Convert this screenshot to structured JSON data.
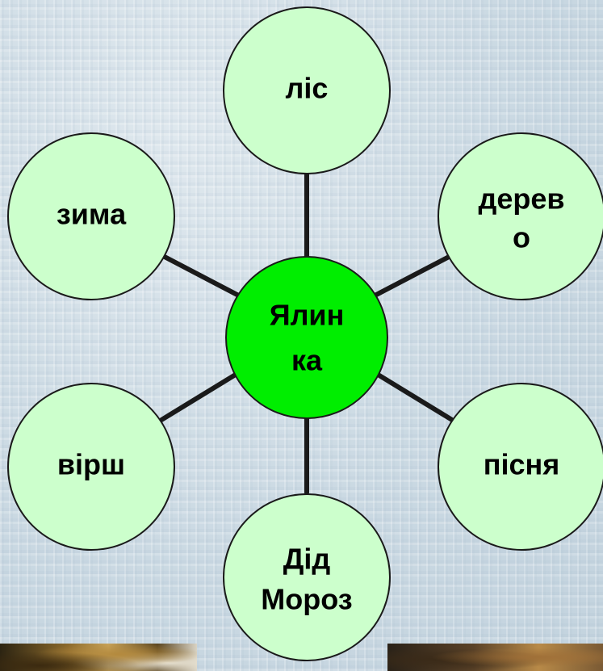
{
  "diagram": {
    "center": {
      "line1": "Ялин",
      "line2": "ка"
    },
    "nodes": {
      "top": {
        "line1": "ліс"
      },
      "top_left": {
        "line1": "зима"
      },
      "top_right": {
        "line1": "дерев",
        "line2": "о"
      },
      "bottom_left": {
        "line1": "вірш"
      },
      "bottom_right": {
        "line1": "пісня"
      },
      "bottom": {
        "line1": "Дід",
        "line2": "Мороз"
      }
    }
  },
  "colors": {
    "center_fill": "#00ee00",
    "node_fill": "#ccffcc",
    "outline": "#1a1a1a"
  }
}
